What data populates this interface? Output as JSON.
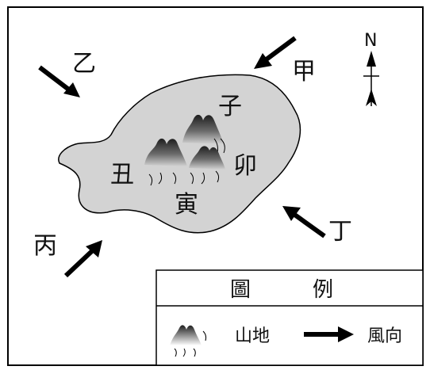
{
  "map": {
    "labels": {
      "jia": "甲",
      "yi": "乙",
      "bing": "丙",
      "ding": "丁",
      "zi": "子",
      "chou": "丑",
      "yin": "寅",
      "mao": "卯"
    },
    "north": "N",
    "colors": {
      "island_fill": "#d3d3d3",
      "outline": "#000000",
      "mountain_dark": "#2c2c2c",
      "mountain_light": "#bdbdbd"
    }
  },
  "legend": {
    "title": "圖　　　例",
    "mountain_label": "山地",
    "wind_label": "風向",
    "mountain_icon": "mountain-icon",
    "wind_icon": "wind-arrow-icon"
  }
}
